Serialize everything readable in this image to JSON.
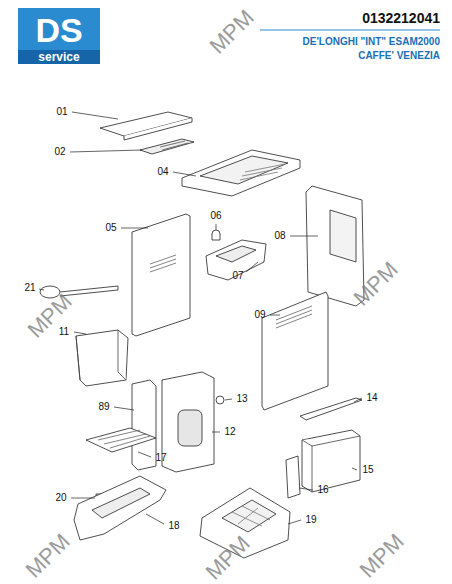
{
  "diagram": {
    "labels": [
      "DS",
      "service",
      "0132212041",
      "DE'LONGHI \"INT\" ESAM2000",
      "CAFFE' VENEZIA",
      "MPM",
      "MPM",
      "MPM",
      "MPM",
      "MPM",
      "MPM",
      "01",
      "02",
      "04",
      "05",
      "06",
      "08",
      "07",
      "21",
      "09",
      "11",
      "13",
      "14",
      "89",
      "12",
      "17",
      "15",
      "20",
      "16",
      "18",
      "19"
    ]
  }
}
